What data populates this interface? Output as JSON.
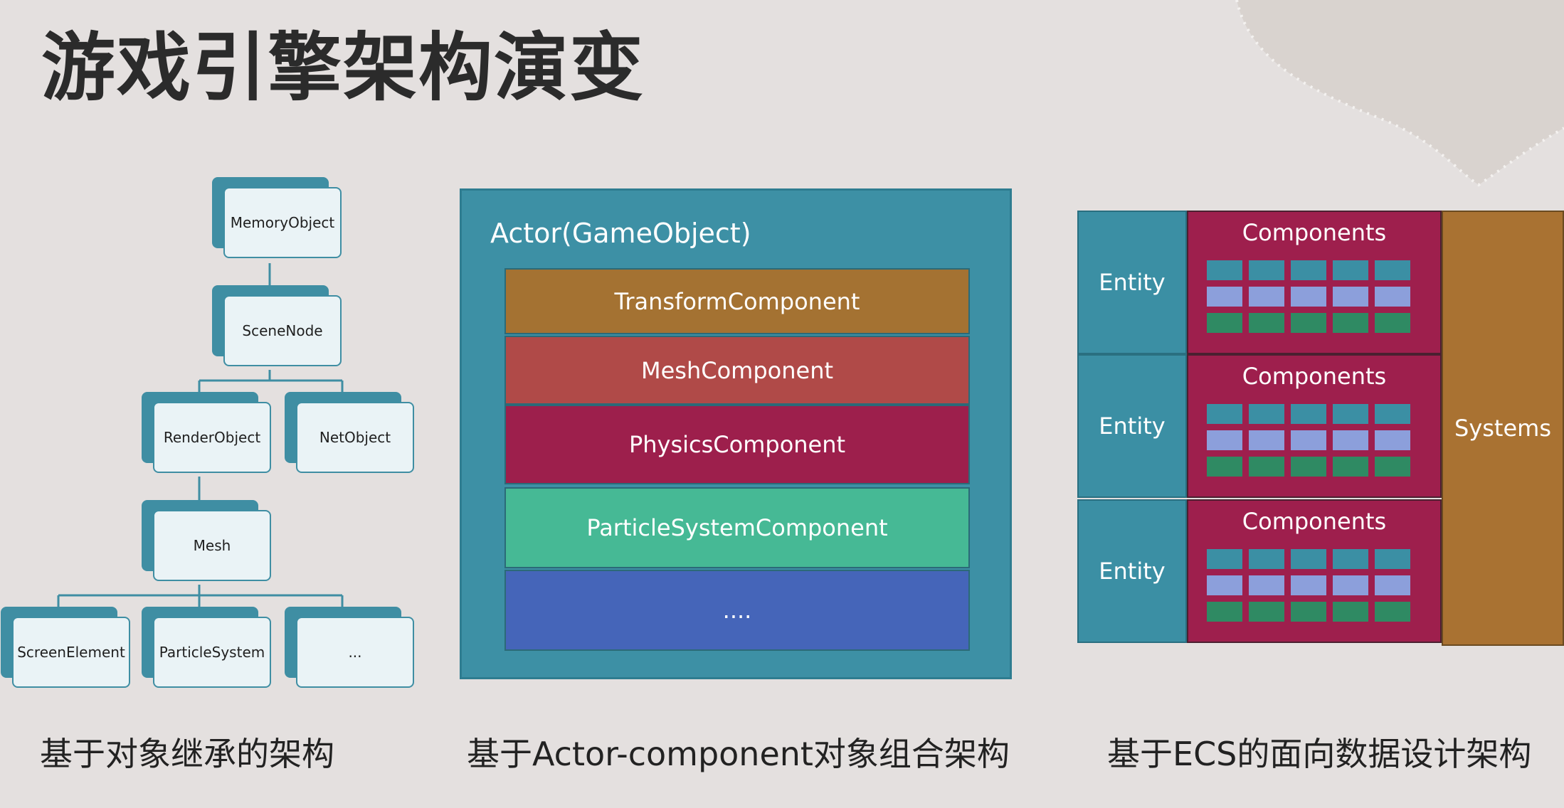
{
  "title": "游戏引擎架构演变",
  "inheritance": {
    "nodes": {
      "memory_object": "MemoryObject",
      "scene_node": "SceneNode",
      "render_object": "RenderObject",
      "net_object": "NetObject",
      "mesh": "Mesh",
      "screen_element": "ScreenElement",
      "particle_system": "ParticleSystem",
      "ellipsis": "..."
    },
    "caption": "基于对象继承的架构"
  },
  "actor": {
    "title": "Actor(GameObject)",
    "components": [
      {
        "label": "TransformComponent",
        "color": "#a47232"
      },
      {
        "label": "MeshComponent",
        "color": "#b04a48"
      },
      {
        "label": "PhysicsComponent",
        "color": "#9d1f4c"
      },
      {
        "label": "ParticleSystemComponent",
        "color": "#46b995"
      },
      {
        "label": "....",
        "color": "#4565b9"
      }
    ],
    "caption": "基于Actor-component对象组合架构"
  },
  "ecs": {
    "entity_label": "Entity",
    "components_label": "Components",
    "systems_label": "Systems",
    "colors": {
      "entity": "#3b8fa4",
      "components": "#9e1f4d",
      "systems": "#a97232"
    },
    "caption": "基于ECS的面向数据设计架构"
  }
}
